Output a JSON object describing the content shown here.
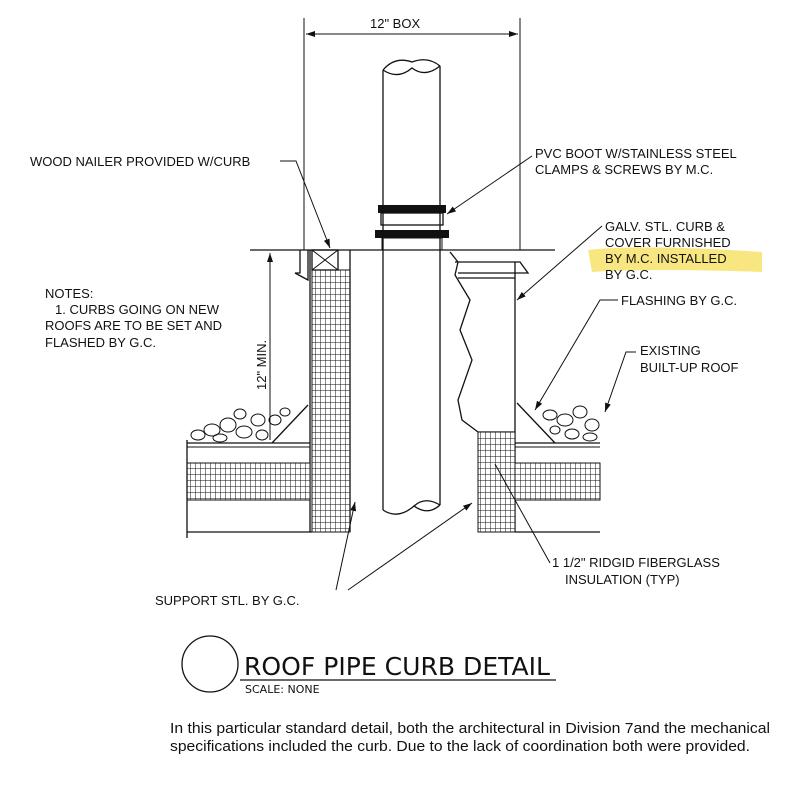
{
  "drawing": {
    "box_dimension": "12\"  BOX",
    "min_dimension": "12\" MIN.",
    "labels": {
      "wood_nailer": "WOOD NAILER PROVIDED W/CURB",
      "pvc_boot": [
        "PVC BOOT W/STAINLESS STEEL",
        "CLAMPS & SCREWS BY M.C."
      ],
      "galv_curb": [
        "GALV. STL. CURB &",
        "COVER FURNISHED",
        "BY M.C. INSTALLED",
        "BY G.C."
      ],
      "flashing": "FLASHING BY G.C.",
      "existing_roof": [
        "EXISTING",
        "BUILT-UP ROOF"
      ],
      "support": "SUPPORT STL. BY G.C.",
      "insulation": [
        "1 1/2\" RIDGID FIBERGLASS",
        "INSULATION (TYP)"
      ]
    },
    "notes": [
      "NOTES:",
      "1. CURBS GOING ON NEW",
      "ROOFS ARE TO BE SET AND",
      "FLASHED BY G.C."
    ],
    "title": "ROOF PIPE CURB DETAIL",
    "scale": "SCALE: NONE",
    "highlight_color": "#f7e26b"
  },
  "caption": [
    "In this particular standard detail, both the architectural in Division 7and the mechanical",
    "specifications included the curb. Due to the lack of coordination both were provided."
  ]
}
